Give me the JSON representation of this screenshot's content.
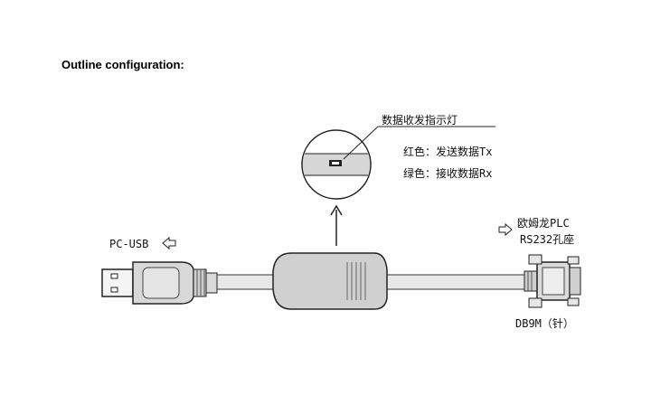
{
  "heading": "Outline configuration:",
  "labels": {
    "led_title": "数据收发指示灯",
    "red_tx": "红色：发送数据Tx",
    "green_rx": "绿色：接收数据Rx",
    "pc_usb": "PC-USB",
    "plc_line1": "欧姆龙PLC",
    "plc_line2": "RS232孔座",
    "db9m": "DB9M（针）"
  },
  "icons": [
    "arrow-left-icon",
    "arrow-right-icon"
  ]
}
